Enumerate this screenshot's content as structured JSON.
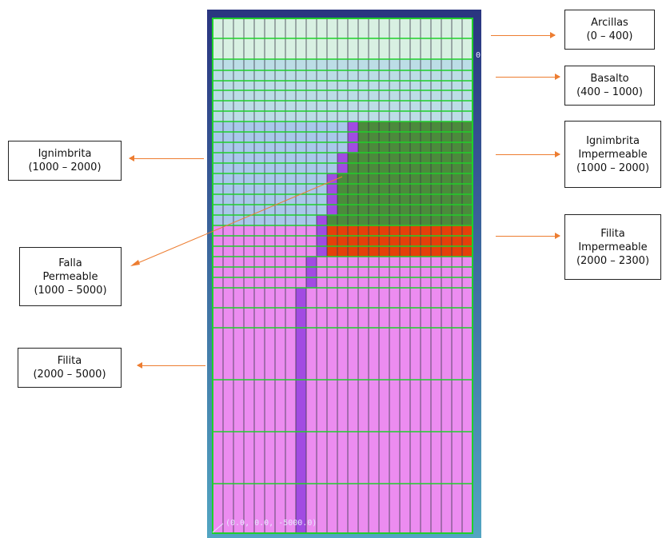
{
  "colors": {
    "arcillas": "#d8f0e2",
    "basalto": "#bcdde6",
    "ignimbrita": "#a9c8ea",
    "ignimbrita_impermeable": "#4c8a3c",
    "filita_impermeable": "#e5400a",
    "filita": "#ec8cf0",
    "falla_permeable": "#a24be2",
    "grid": "#1fd02a",
    "frame_top": "#2a3580",
    "frame_bottom": "#52a5c2",
    "arrow": "#ed7d31"
  },
  "mesh": {
    "coordinate_readout": "(0.0, 0.0, -5000.0)",
    "edge_mark": "0"
  },
  "labels": {
    "arcillas": {
      "name": "Arcillas",
      "range": "(0 – 400)"
    },
    "basalto": {
      "name": "Basalto",
      "range": "(400 – 1000)"
    },
    "ignimbrita_impermeable": {
      "line1": "Ignimbrita",
      "line2": "Impermeable",
      "range": "(1000 – 2000)"
    },
    "filita_impermeable": {
      "line1": "Filita",
      "line2": "Impermeable",
      "range": "(2000 – 2300)"
    },
    "ignimbrita": {
      "name": "Ignimbrita",
      "range": "(1000 – 2000)"
    },
    "falla_permeable": {
      "line1": "Falla",
      "line2": "Permeable",
      "range": "(1000 – 5000)"
    },
    "filita": {
      "name": "Filita",
      "range": "(2000 – 5000)"
    }
  }
}
